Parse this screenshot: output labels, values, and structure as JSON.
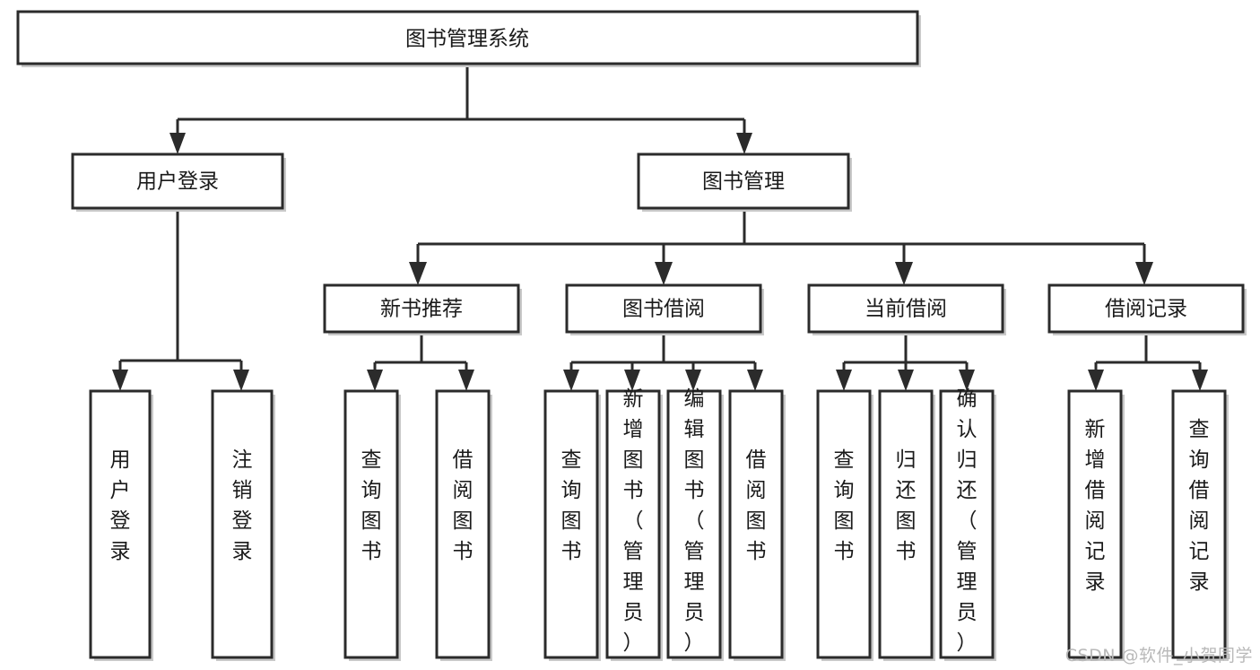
{
  "diagram": {
    "title": "图书管理系统",
    "type": "tree-hierarchy-diagram",
    "colors": {
      "box_stroke": "#2b2b2b",
      "box_fill": "#ffffff",
      "connector": "#2b2b2b",
      "text": "#1a1a1a",
      "watermark": "#b9b9b9",
      "background": "#ffffff"
    },
    "nodes": {
      "root": {
        "label": "图书管理系统"
      },
      "level2": [
        {
          "label": "用户登录"
        },
        {
          "label": "图书管理"
        }
      ],
      "level3": [
        {
          "label": "新书推荐"
        },
        {
          "label": "图书借阅"
        },
        {
          "label": "当前借阅"
        },
        {
          "label": "借阅记录"
        }
      ],
      "leaves": {
        "user_login": [
          {
            "label": "用户登录"
          },
          {
            "label": "注销登录"
          }
        ],
        "new_book_recommend": [
          {
            "label": "查询图书"
          },
          {
            "label": "借阅图书"
          }
        ],
        "book_borrow": [
          {
            "label": "查询图书"
          },
          {
            "label": "新增图书（管理员）"
          },
          {
            "label": "编辑图书（管理员）"
          },
          {
            "label": "借阅图书"
          }
        ],
        "current_borrow": [
          {
            "label": "查询图书"
          },
          {
            "label": "归还图书"
          },
          {
            "label": "确认归还（管理员）"
          }
        ],
        "borrow_record": [
          {
            "label": "新增借阅记录"
          },
          {
            "label": "查询借阅记录"
          }
        ]
      }
    }
  },
  "watermark": {
    "text": "CSDN @软件_小贺同学"
  }
}
